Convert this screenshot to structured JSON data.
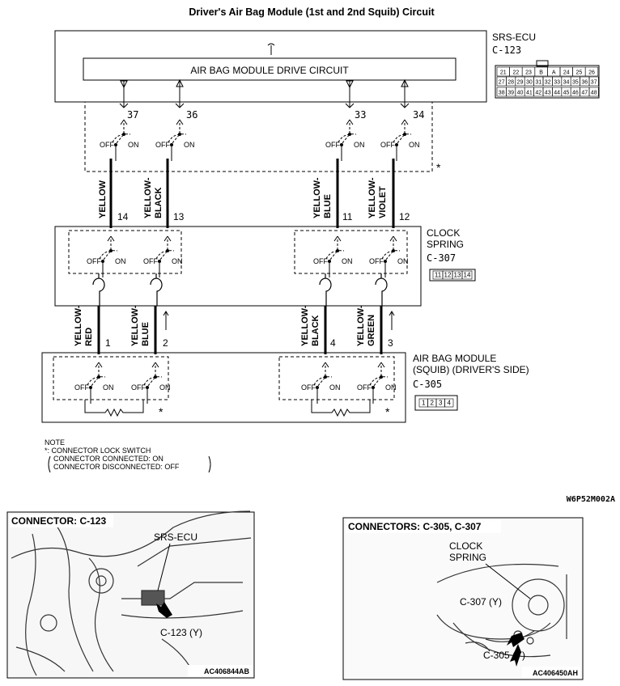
{
  "title": "Driver's Air Bag Module (1st and 2nd Squib) Circuit",
  "ecu": {
    "name": "SRS-ECU",
    "connector": "C-123",
    "drive_circuit": "AIR BAG MODULE DRIVE CIRCUIT",
    "terminals": [
      "37",
      "36",
      "33",
      "34"
    ],
    "connector_pins_row1": [
      "21",
      "22",
      "23",
      "B",
      "A",
      "24",
      "25",
      "26"
    ],
    "connector_pins_row2": [
      "27",
      "28",
      "29",
      "30",
      "31",
      "32",
      "33",
      "34",
      "35",
      "36",
      "37"
    ],
    "connector_pins_row3": [
      "38",
      "39",
      "40",
      "41",
      "42",
      "43",
      "44",
      "45",
      "46",
      "47",
      "48"
    ]
  },
  "switch_labels": {
    "off": "OFF",
    "on": "ON",
    "lock_mark": "*"
  },
  "wires_upper": [
    {
      "color": "YELLOW",
      "terminal": "14"
    },
    {
      "color": "YELLOW-\nBLACK",
      "terminal": "13"
    },
    {
      "color": "YELLOW-\nBLUE",
      "terminal": "11"
    },
    {
      "color": "YELLOW-\nVIOLET",
      "terminal": "12"
    }
  ],
  "clock_spring": {
    "name_line1": "CLOCK",
    "name_line2": "SPRING",
    "connector": "C-307",
    "pins": [
      "11",
      "12",
      "13",
      "14"
    ]
  },
  "wires_lower": [
    {
      "color": "YELLOW-\nRED",
      "terminal": "1"
    },
    {
      "color": "YELLOW-\nBLUE",
      "terminal": "2"
    },
    {
      "color": "YELLOW-\nBLACK",
      "terminal": "4"
    },
    {
      "color": "YELLOW-\nGREEN",
      "terminal": "3"
    }
  ],
  "airbag_module": {
    "name_line1": "AIR BAG MODULE",
    "name_line2": "(SQUIB) (DRIVER'S SIDE)",
    "connector": "C-305",
    "pins": [
      "1",
      "2",
      "3",
      "4"
    ]
  },
  "note": {
    "heading": "NOTE",
    "line1": "*: CONNECTOR LOCK SWITCH",
    "line2": "CONNECTOR CONNECTED: ON",
    "line3": "CONNECTOR DISCONNECTED: OFF"
  },
  "figure_code": "W6P52M002A",
  "photo_left": {
    "title": "CONNECTOR: C-123",
    "label_ecu": "SRS-ECU",
    "label_conn": "C-123 (Y)",
    "code": "AC406844AB"
  },
  "photo_right": {
    "title": "CONNECTORS: C-305, C-307",
    "label_cs1": "CLOCK",
    "label_cs2": "SPRING",
    "label_c307": "C-307 (Y)",
    "label_c305": "C-305 (Y)",
    "code": "AC406450AH"
  }
}
